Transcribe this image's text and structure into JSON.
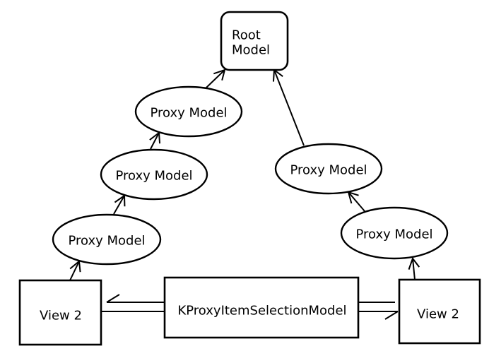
{
  "diagram": {
    "background_color": "#ffffff",
    "line_color": "#000000",
    "nodes": {
      "root_model": {
        "label": "Root Model",
        "label_line1": "Root",
        "label_line2": "Model",
        "shape": "rounded-rectangle"
      },
      "proxy_left_top": {
        "label": "Proxy Model",
        "shape": "ellipse"
      },
      "proxy_left_middle": {
        "label": "Proxy Model",
        "shape": "ellipse"
      },
      "proxy_left_bottom": {
        "label": "Proxy Model",
        "shape": "ellipse"
      },
      "proxy_right_top": {
        "label": "Proxy Model",
        "shape": "ellipse"
      },
      "proxy_right_bottom": {
        "label": "Proxy Model",
        "shape": "ellipse"
      },
      "view_left": {
        "label": "View 2",
        "shape": "rectangle"
      },
      "view_right": {
        "label": "View 2",
        "shape": "rectangle"
      },
      "selection_model": {
        "label": "KProxyItemSelectionModel",
        "shape": "rectangle"
      }
    },
    "edges": [
      {
        "from": "view_left",
        "to": "proxy_left_bottom",
        "style": "arrow"
      },
      {
        "from": "proxy_left_bottom",
        "to": "proxy_left_middle",
        "style": "arrow"
      },
      {
        "from": "proxy_left_middle",
        "to": "proxy_left_top",
        "style": "arrow"
      },
      {
        "from": "proxy_left_top",
        "to": "root_model",
        "style": "arrow"
      },
      {
        "from": "proxy_right_top",
        "to": "root_model",
        "style": "arrow"
      },
      {
        "from": "proxy_right_bottom",
        "to": "proxy_right_top",
        "style": "arrow"
      },
      {
        "from": "view_right",
        "to": "proxy_right_bottom",
        "style": "arrow"
      },
      {
        "from": "selection_model",
        "to": "view_left",
        "style": "double-line-arrow"
      },
      {
        "from": "selection_model",
        "to": "view_right",
        "style": "double-line-arrow"
      }
    ]
  }
}
